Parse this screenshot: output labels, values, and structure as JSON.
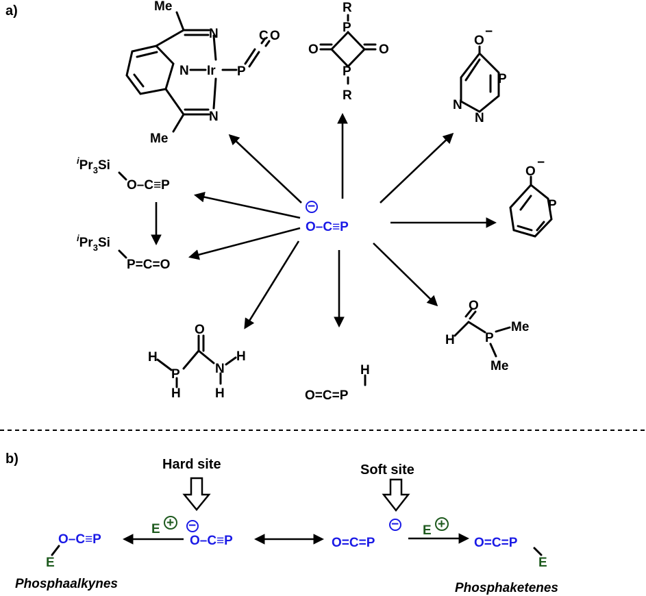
{
  "panel_a": {
    "label": "a)",
    "center": {
      "charge": "−",
      "ion": "O–C≡P"
    },
    "products": {
      "iridium_complex": {
        "metal": "Ir",
        "me_top": "Me",
        "me_bottom": "Me",
        "n_pyridine": "N",
        "n_top": "N",
        "n_bottom": "N",
        "pco": "P=C=O"
      },
      "diphosphetane": {
        "r_top": "R",
        "r_bottom": "R",
        "p": "P",
        "o": "O"
      },
      "triazaphosphinine": {
        "o": "O",
        "charge": "−",
        "p": "P",
        "n1": "N",
        "n2": "N"
      },
      "phosphinine": {
        "o": "O",
        "charge": "−",
        "p": "P"
      },
      "silyl_alkyne": {
        "silyl": "iPr3Si",
        "chain": "O–C≡P"
      },
      "silyl_ketene": {
        "silyl": "iPr3Si",
        "chain": "P=C=O"
      },
      "carbamoylphosphine": {
        "h": "H",
        "p": "P",
        "o": "O",
        "n": "N"
      },
      "hpco": {
        "h": "H",
        "chain": "O=C=P"
      },
      "formylphosphine": {
        "h": "H",
        "o": "O",
        "p": "P",
        "me": "Me"
      }
    }
  },
  "panel_b": {
    "label": "b)",
    "hard_site": "Hard site",
    "soft_site": "Soft site",
    "electrophile": "E",
    "alkyne_name": "Phosphaalkynes",
    "ketene_name": "Phosphaketenes",
    "colors": {
      "anion": "#1a1ae6",
      "electrophile": "#1e5a1e"
    }
  }
}
